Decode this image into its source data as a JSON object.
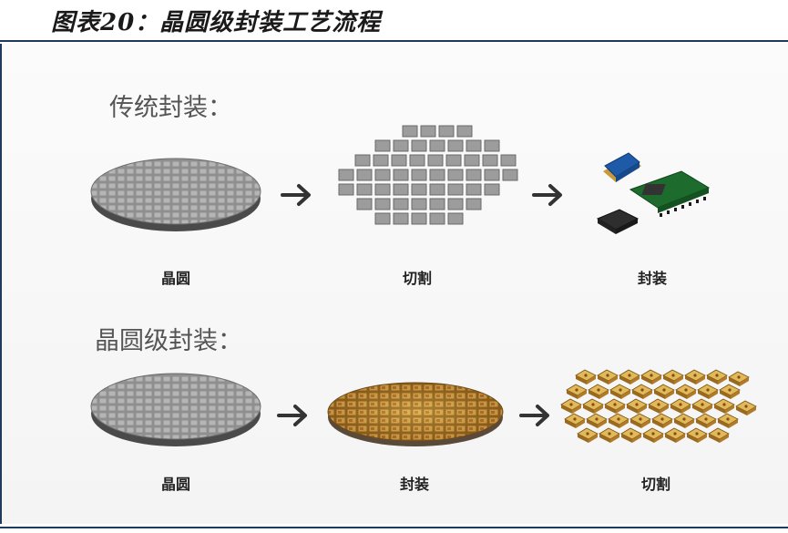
{
  "header": {
    "title": "图表20：晶圆级封装工艺流程"
  },
  "traditional": {
    "title": "传统封装：",
    "steps": [
      "晶圆",
      "切割",
      "封装"
    ]
  },
  "wafer_level": {
    "title": "晶圆级封装：",
    "steps": [
      "晶圆",
      "封装",
      "切割"
    ]
  },
  "colors": {
    "rule": "#1f3b5b",
    "wafer_gray": "#9a9a9a",
    "wafer_gold": "#c9a24a",
    "chip_green": "#1e6b2e",
    "chip_blue": "#1e5aa8",
    "arrow": "#333333"
  }
}
